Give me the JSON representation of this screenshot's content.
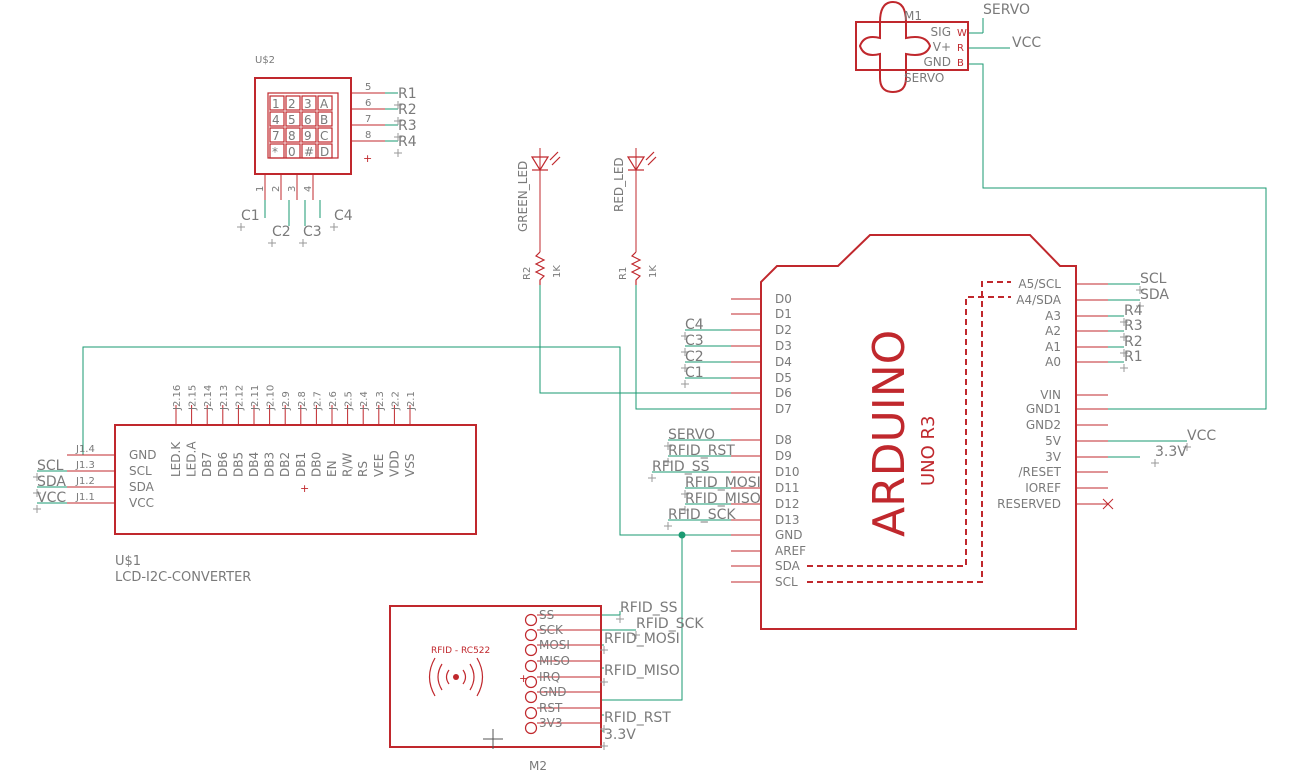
{
  "keypad": {
    "name": "U$2",
    "keys": [
      "1",
      "2",
      "3",
      "A",
      "4",
      "5",
      "6",
      "B",
      "7",
      "8",
      "9",
      "C",
      "*",
      "0",
      "#",
      "D"
    ],
    "right_pins": [
      "5",
      "6",
      "7",
      "8"
    ],
    "right_nets": [
      "R1",
      "R2",
      "R3",
      "R4"
    ],
    "bottom_pins": [
      "1",
      "2",
      "3",
      "4"
    ],
    "bottom_nets": [
      "C1",
      "C2",
      "C3",
      "C4"
    ]
  },
  "leds": {
    "green_label": "GREEN_LED",
    "red_label": "RED_LED",
    "r2_name": "R2",
    "r1_name": "R1",
    "r_value": "1K"
  },
  "servo": {
    "name": "M1",
    "value": "SERVO",
    "pin_sig": "SIG",
    "pin_vplus": "V+",
    "pin_gnd": "GND",
    "pad_w": "W",
    "pad_r": "R",
    "pad_b": "B",
    "net_servo": "SERVO",
    "net_vcc": "VCC"
  },
  "arduino": {
    "brand": "ARDUINO",
    "model": "UNO R3",
    "left_pins": [
      "D0",
      "D1",
      "D2",
      "D3",
      "D4",
      "D5",
      "D6",
      "D7",
      "D8",
      "D9",
      "D10",
      "D11",
      "D12",
      "D13",
      "GND",
      "AREF",
      "SDA",
      "SCL"
    ],
    "right_pins": [
      "A5/SCL",
      "A4/SDA",
      "A3",
      "A2",
      "A1",
      "A0",
      "VIN",
      "GND1",
      "GND2",
      "5V",
      "3V",
      "/RESET",
      "IOREF",
      "RESERVED"
    ],
    "left_nets": [
      "C4",
      "C3",
      "C2",
      "C1",
      "SERVO",
      "RFID_RST",
      "RFID_SS",
      "RFID_MOSI",
      "RFID_MISO",
      "RFID_SCK"
    ],
    "right_nets": [
      "SCL",
      "SDA",
      "R4",
      "R3",
      "R2",
      "R1",
      "VCC",
      "3.3V"
    ]
  },
  "lcd": {
    "name": "U$1",
    "value": "LCD-I2C-CONVERTER",
    "top_pins": [
      "J2.16",
      "J2.15",
      "J2.14",
      "J2.13",
      "J2.12",
      "J2.11",
      "J2.10",
      "J2.9",
      "J2.8",
      "J2.7",
      "J2.6",
      "J2.5",
      "J2.4",
      "J2.3",
      "J2.2",
      "J2.1"
    ],
    "top_labels": [
      "LED.K",
      "LED.A",
      "DB7",
      "DB6",
      "DB5",
      "DB4",
      "DB3",
      "DB2",
      "DB1",
      "DB0",
      "EN",
      "R/W",
      "RS",
      "VEE",
      "VDD",
      "VSS"
    ],
    "left_pins": [
      "J1.4",
      "J1.3",
      "J1.2",
      "J1.1"
    ],
    "left_labels": [
      "GND",
      "SCL",
      "SDA",
      "VCC"
    ],
    "left_nets": [
      "SCL",
      "SDA",
      "VCC"
    ]
  },
  "rfid": {
    "name": "M2",
    "title": "RFID - RC522",
    "pins": [
      "SS",
      "SCK",
      "MOSI",
      "MISO",
      "IRQ",
      "GND",
      "RST",
      "3V3"
    ],
    "nets": [
      "RFID_SS",
      "RFID_SCK",
      "RFID_MOSI",
      "RFID_MISO",
      "RFID_RST",
      "3.3V"
    ]
  }
}
